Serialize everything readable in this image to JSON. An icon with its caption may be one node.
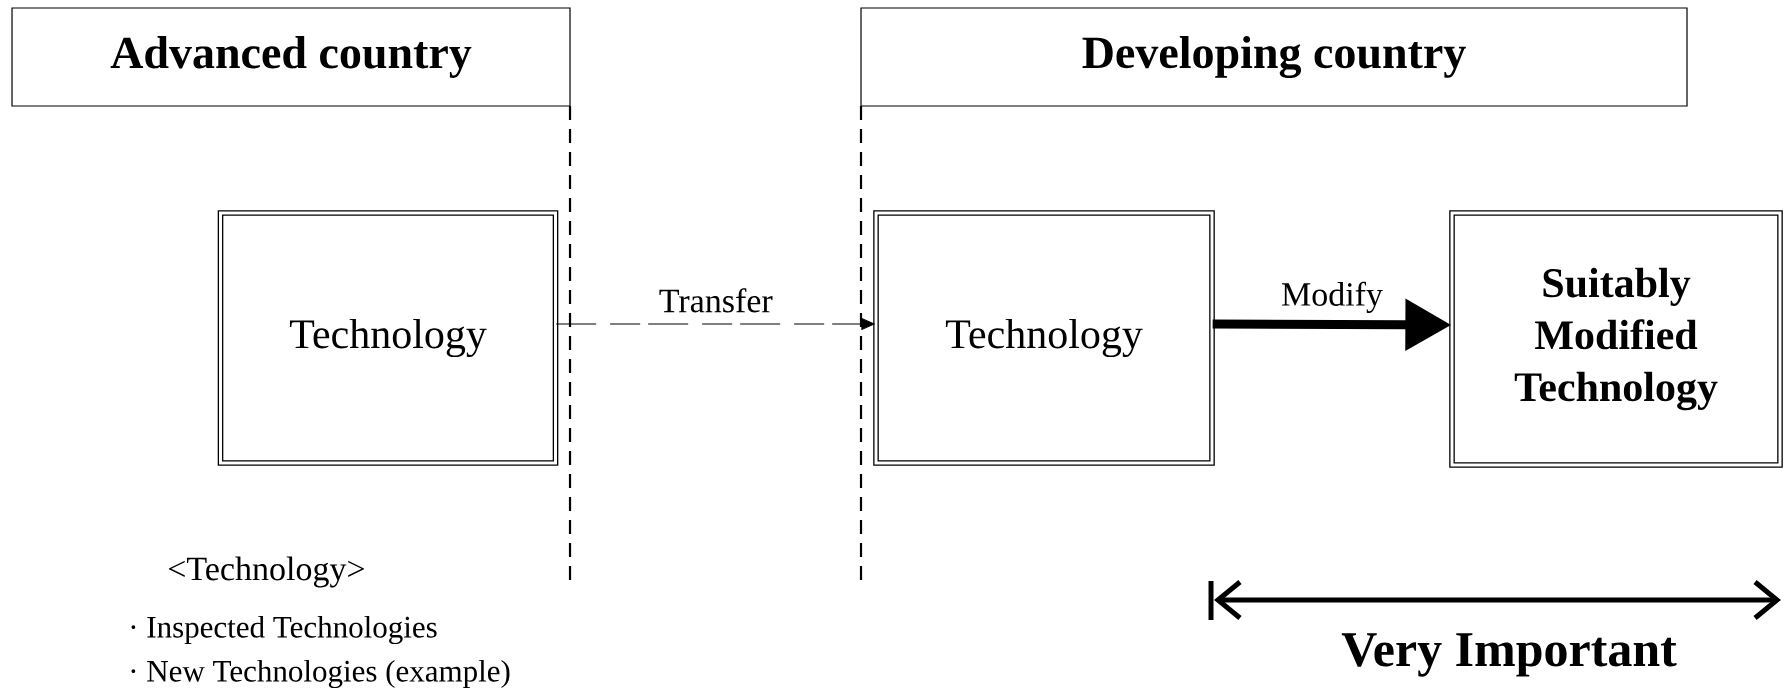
{
  "diagram": {
    "nodes": [
      {
        "text": [
          "Advanced country"
        ]
      },
      {
        "text": [
          "Developing country"
        ]
      },
      {
        "text": [
          "Technology"
        ]
      },
      {
        "text": [
          "Technology"
        ]
      },
      {
        "text": [
          "Suitably Modified Technology"
        ]
      }
    ],
    "edges": [
      {
        "from": 2,
        "to": 3,
        "arrow": "to",
        "label": "Transfer",
        "style": "dashed"
      },
      {
        "from": 3,
        "to": 4,
        "arrow": "to",
        "label": "Modify",
        "style": "thick"
      }
    ],
    "labels": [
      "<Technology>",
      "· Inspected Technologies",
      "· New Technologies (example)",
      "Very Important"
    ]
  }
}
